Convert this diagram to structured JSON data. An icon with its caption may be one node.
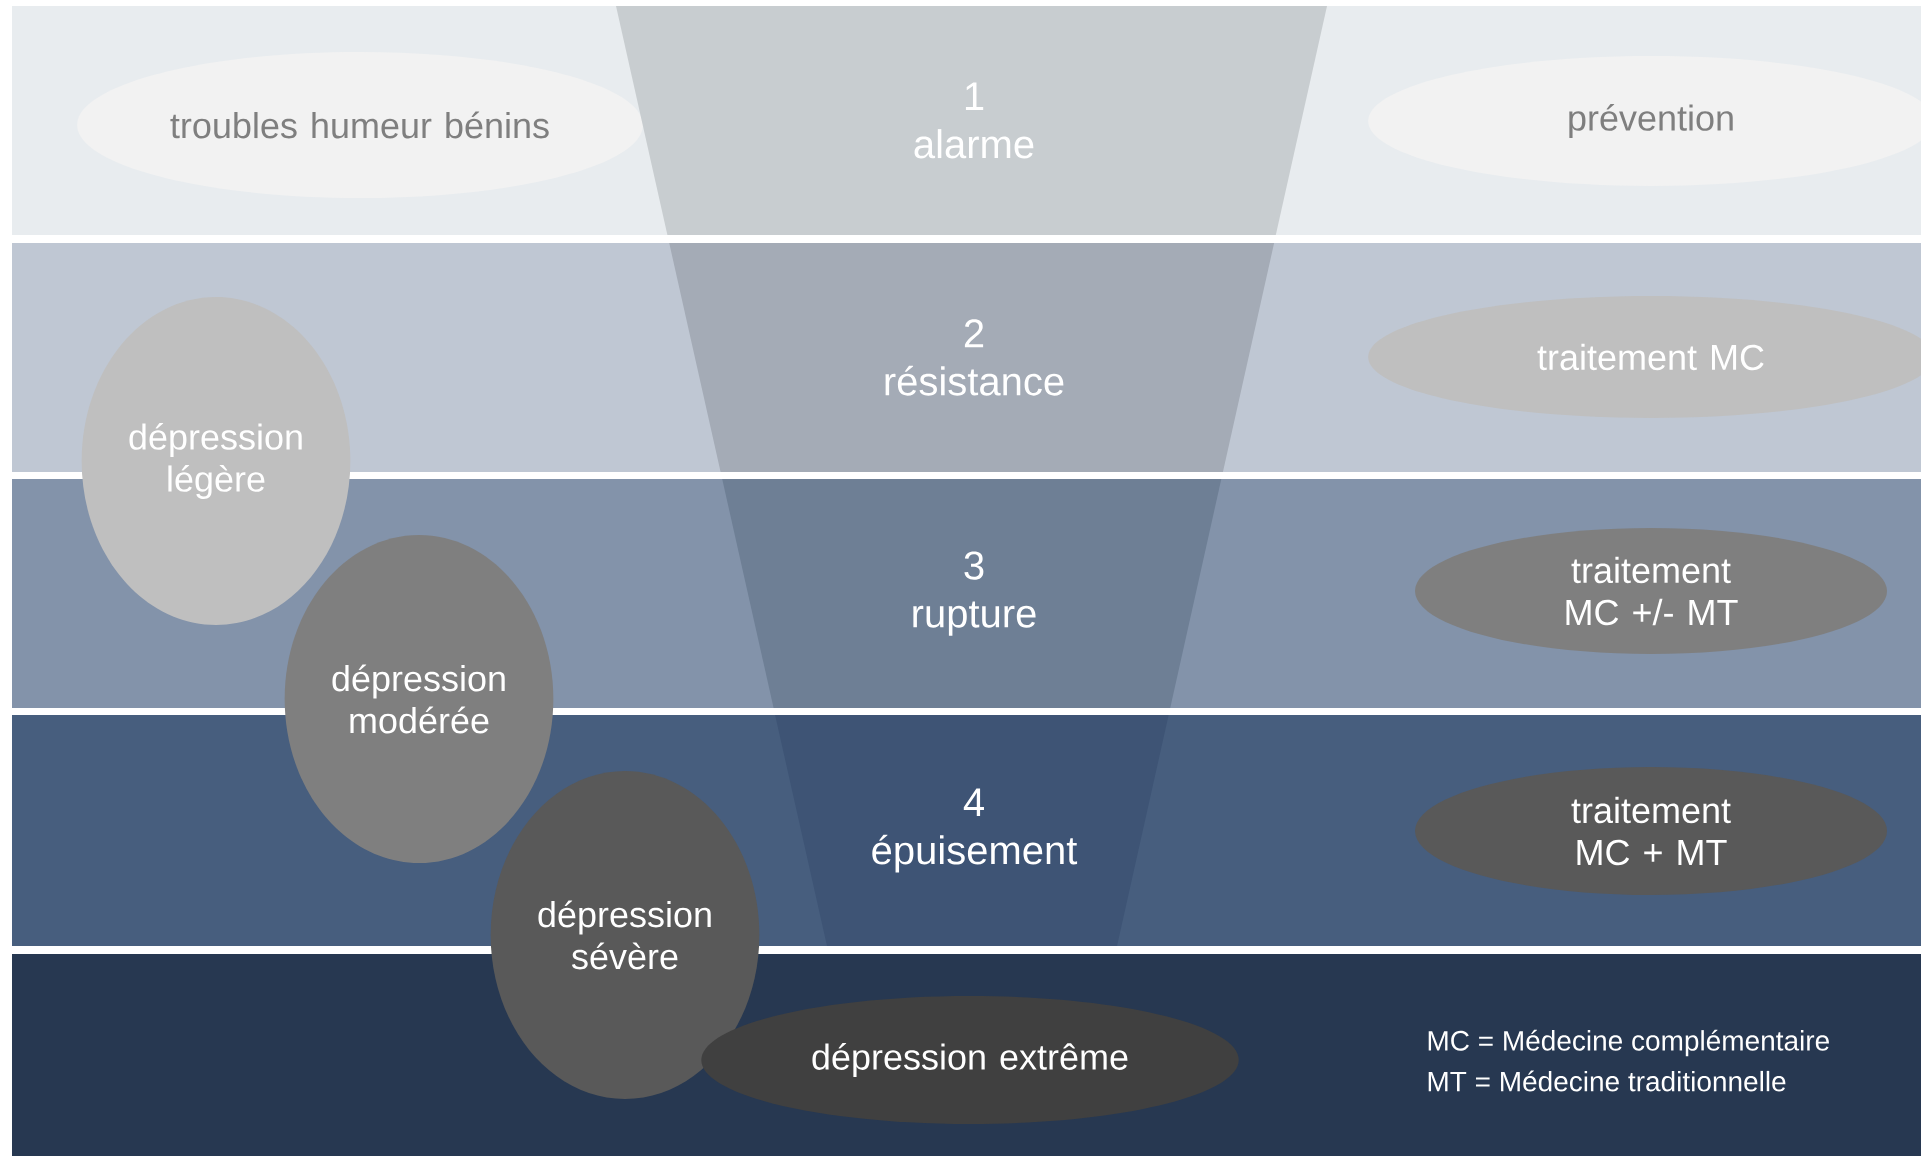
{
  "diagram": {
    "nodes": [
      {
        "text": [
          "troubles humeur bénins"
        ]
      },
      {
        "text": [
          "1",
          "alarme"
        ]
      },
      {
        "text": [
          "prévention"
        ]
      },
      {
        "text": [
          "dépression légère"
        ]
      },
      {
        "text": [
          "2",
          "résistance"
        ]
      },
      {
        "text": [
          "traitement MC"
        ]
      },
      {
        "text": [
          "dépression modérée"
        ]
      },
      {
        "text": [
          "3",
          "rupture"
        ]
      },
      {
        "text": [
          "traitement MC +/- MT"
        ]
      },
      {
        "text": [
          "dépression sévère"
        ]
      },
      {
        "text": [
          "4",
          "épuisement"
        ]
      },
      {
        "text": [
          "traitement MC + MT"
        ]
      },
      {
        "text": [
          "dépression extrême"
        ]
      }
    ],
    "labels": [
      "MC = Médecine complémentaire",
      "MT = Médecine traditionnelle"
    ]
  }
}
